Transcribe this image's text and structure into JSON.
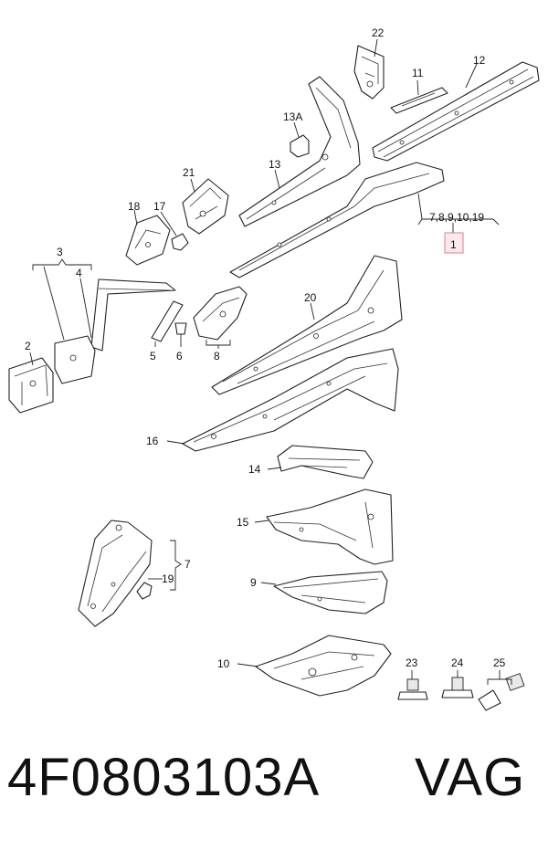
{
  "callouts": {
    "c22": "22",
    "c11": "11",
    "c12": "12",
    "c13a": "13A",
    "c13": "13",
    "c21": "21",
    "c18": "18",
    "c17": "17",
    "c3": "3",
    "c4": "4",
    "c20": "20",
    "c2": "2",
    "c5": "5",
    "c6": "6",
    "c8": "8",
    "c16": "16",
    "c14": "14",
    "c15": "15",
    "c7": "7",
    "c19": "19",
    "c9": "9",
    "c10": "10",
    "c23": "23",
    "c24": "24",
    "c25": "25",
    "c1_group": "7,8,9,10,19",
    "c1": "1"
  },
  "footer": {
    "part_number": "4F0803103A",
    "brand": "VAG"
  },
  "colors": {
    "highlight_box_fill": "#fde8ec",
    "highlight_box_stroke": "#e07b8e",
    "line": "#222222"
  }
}
